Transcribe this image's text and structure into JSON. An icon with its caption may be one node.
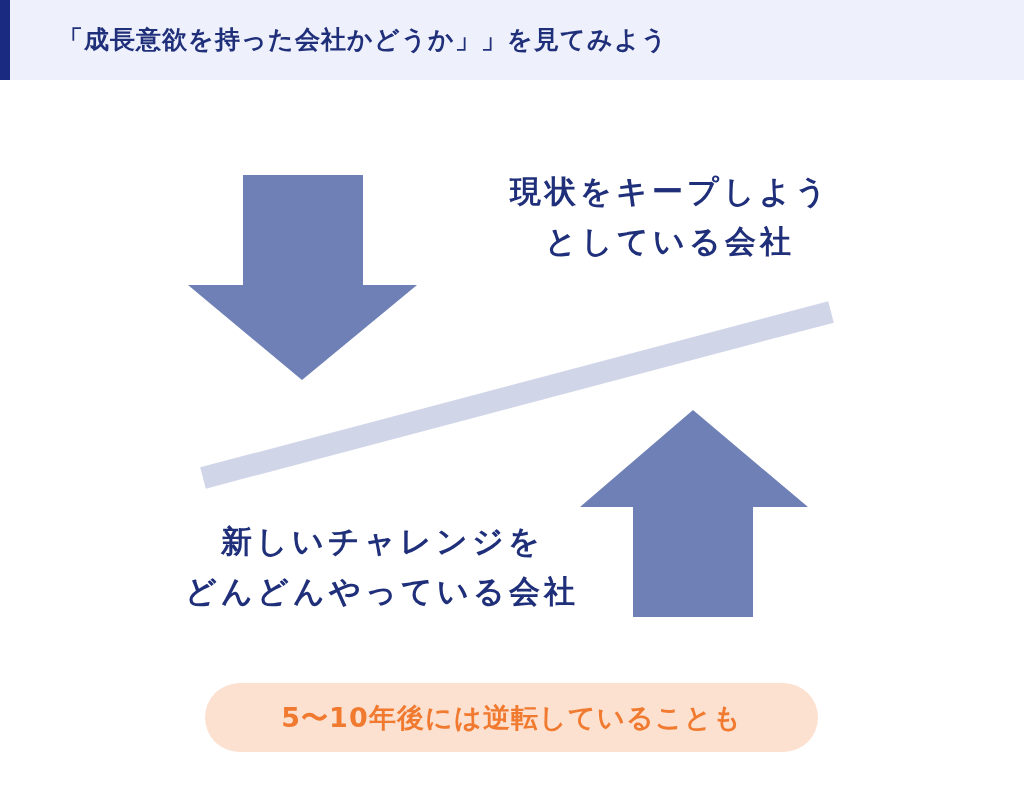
{
  "diagram": {
    "title": "「成長意欲を持った会社かどうか」」を見てみよう",
    "nodes": [
      {
        "text": [
          "5〜10年後には逆転していることも"
        ]
      }
    ],
    "labels": [
      "現状をキープしようとしている会社",
      "新しいチャレンジをどんどんやっている会社"
    ]
  }
}
